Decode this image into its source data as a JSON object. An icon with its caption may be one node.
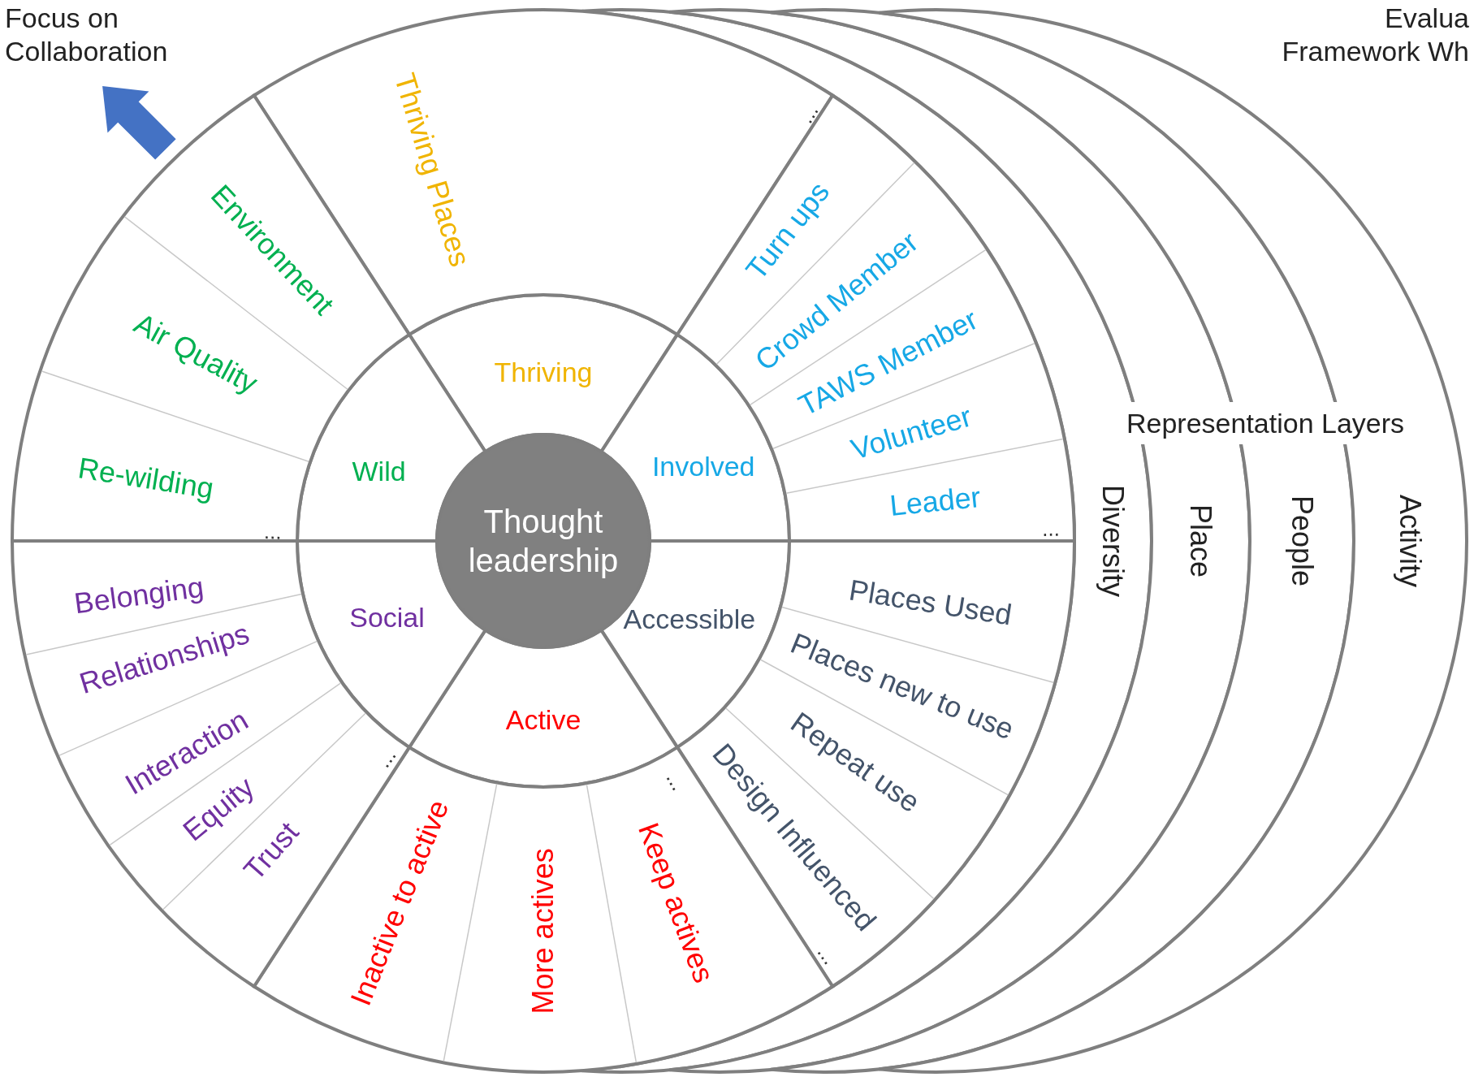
{
  "diagram": {
    "nodes": [
      {
        "text": [
          "Thought leadership"
        ]
      },
      {
        "text": [
          "Thriving"
        ]
      },
      {
        "text": [
          "Involved"
        ]
      },
      {
        "text": [
          "Accessible"
        ]
      },
      {
        "text": [
          "Active"
        ]
      },
      {
        "text": [
          "Social"
        ]
      },
      {
        "text": [
          "Wild"
        ]
      },
      {
        "text": [
          "Thriving Places"
        ]
      },
      {
        "text": [
          "Turn ups",
          "Crowd Member",
          "TAWS Member",
          "Volunteer",
          "Leader"
        ]
      },
      {
        "text": [
          "Places Used",
          "Places new to use",
          "Repeat use",
          "Design Influenced"
        ]
      },
      {
        "text": [
          "Inactive to active",
          "More actives",
          "Keep actives"
        ]
      },
      {
        "text": [
          "Belonging",
          "Relationships",
          "Interaction",
          "Equity",
          "Trust"
        ]
      },
      {
        "text": [
          "Environment",
          "Air Quality",
          "Re-wilding"
        ]
      },
      {
        "text": [
          "Diversity"
        ]
      },
      {
        "text": [
          "Place"
        ]
      },
      {
        "text": [
          "People"
        ]
      },
      {
        "text": [
          "Activity"
        ]
      }
    ],
    "labels": [
      "Focus on Collaboration",
      "Evalua Framework Wh",
      "Representation Layers",
      "...",
      "...",
      "...",
      "...",
      "...",
      "..."
    ]
  }
}
